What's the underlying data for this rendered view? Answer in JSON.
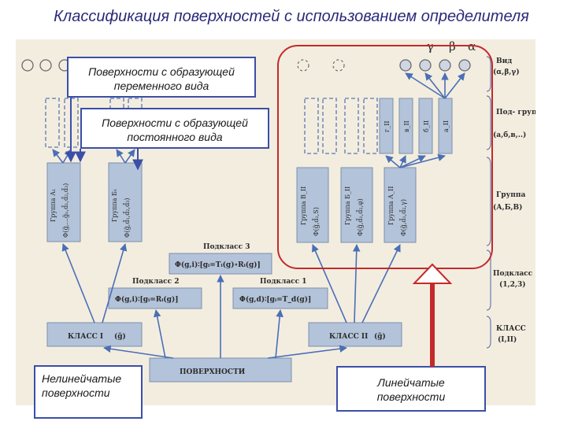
{
  "title": "Классификация поверхностей с использованием определителя",
  "callouts": {
    "variable_generator": "Поверхности с образующей переменного вида",
    "constant_generator": "Поверхности с образующей постоянного вида",
    "nonlinear": "Нелинейчатые поверхности",
    "linear": "Линейчатые поверхности"
  },
  "diagram": {
    "root": "ПОВЕРХНОСТИ",
    "class1": "КЛАСС I",
    "class1_arg": "(g̃)",
    "class2": "КЛАСС II",
    "class2_arg": "(g̃)",
    "subclass1_title": "Подкласс 1",
    "subclass1_formula": "Φ(g,d)∶[gᵢ=T_d(g)]",
    "subclass2_title": "Подкласс 2",
    "subclass2_formula": "Φ(g,i)∶[gᵢ=Rᵢ(g)]",
    "subclass3_title": "Подкласс 3",
    "subclass3_formula": "Φ(g,i)∶[gᵢ=Tᵢ(g)∘Rᵢ(g)]",
    "group_a1_name": "Группа А₁",
    "group_a1_formula": "Φ(g̃,...g̃ₙ,d̃₁,d̃₂,d̃₃)",
    "group_b1_name": "Группа Б₁",
    "group_b1_formula": "Φ(g̃,d̃₁,d̃₂,d̃₃)",
    "group_a2_name": "Группа А_II",
    "group_a2_formula": "Φ(g̃,d̃₁,d̃₂,γ)",
    "group_b2_name": "Группа Б_II",
    "group_b2_formula": "Φ(g̃,d̃₁,d̃₂,φ)",
    "group_v2_name": "Группа В_II",
    "group_v2_formula": "Φ(g̃,d̃₁,S)",
    "subgroups_right": [
      "г_II",
      "в_II",
      "б_II",
      "а_II"
    ],
    "greek_top": [
      "γ",
      "β",
      "α"
    ],
    "legend": {
      "vid": "Вид",
      "vid_sub": "(α,β,γ)",
      "podgruppa": "Под- группа",
      "podgruppa_sub": "(а,б,в,..)",
      "gruppa": "Группа",
      "gruppa_sub": "(А,Б,В)",
      "podklass": "Подкласс",
      "podklass_sub": "(1,2,3)",
      "klass": "КЛАСС",
      "klass_sub": "(I,II)"
    }
  },
  "colors": {
    "title": "#2a2a7a",
    "callout_border": "#3b4fa8",
    "highlight_red": "#c42a2a",
    "box_fill": "#b3c3d9",
    "arrow_blue": "#4a6fb6"
  }
}
